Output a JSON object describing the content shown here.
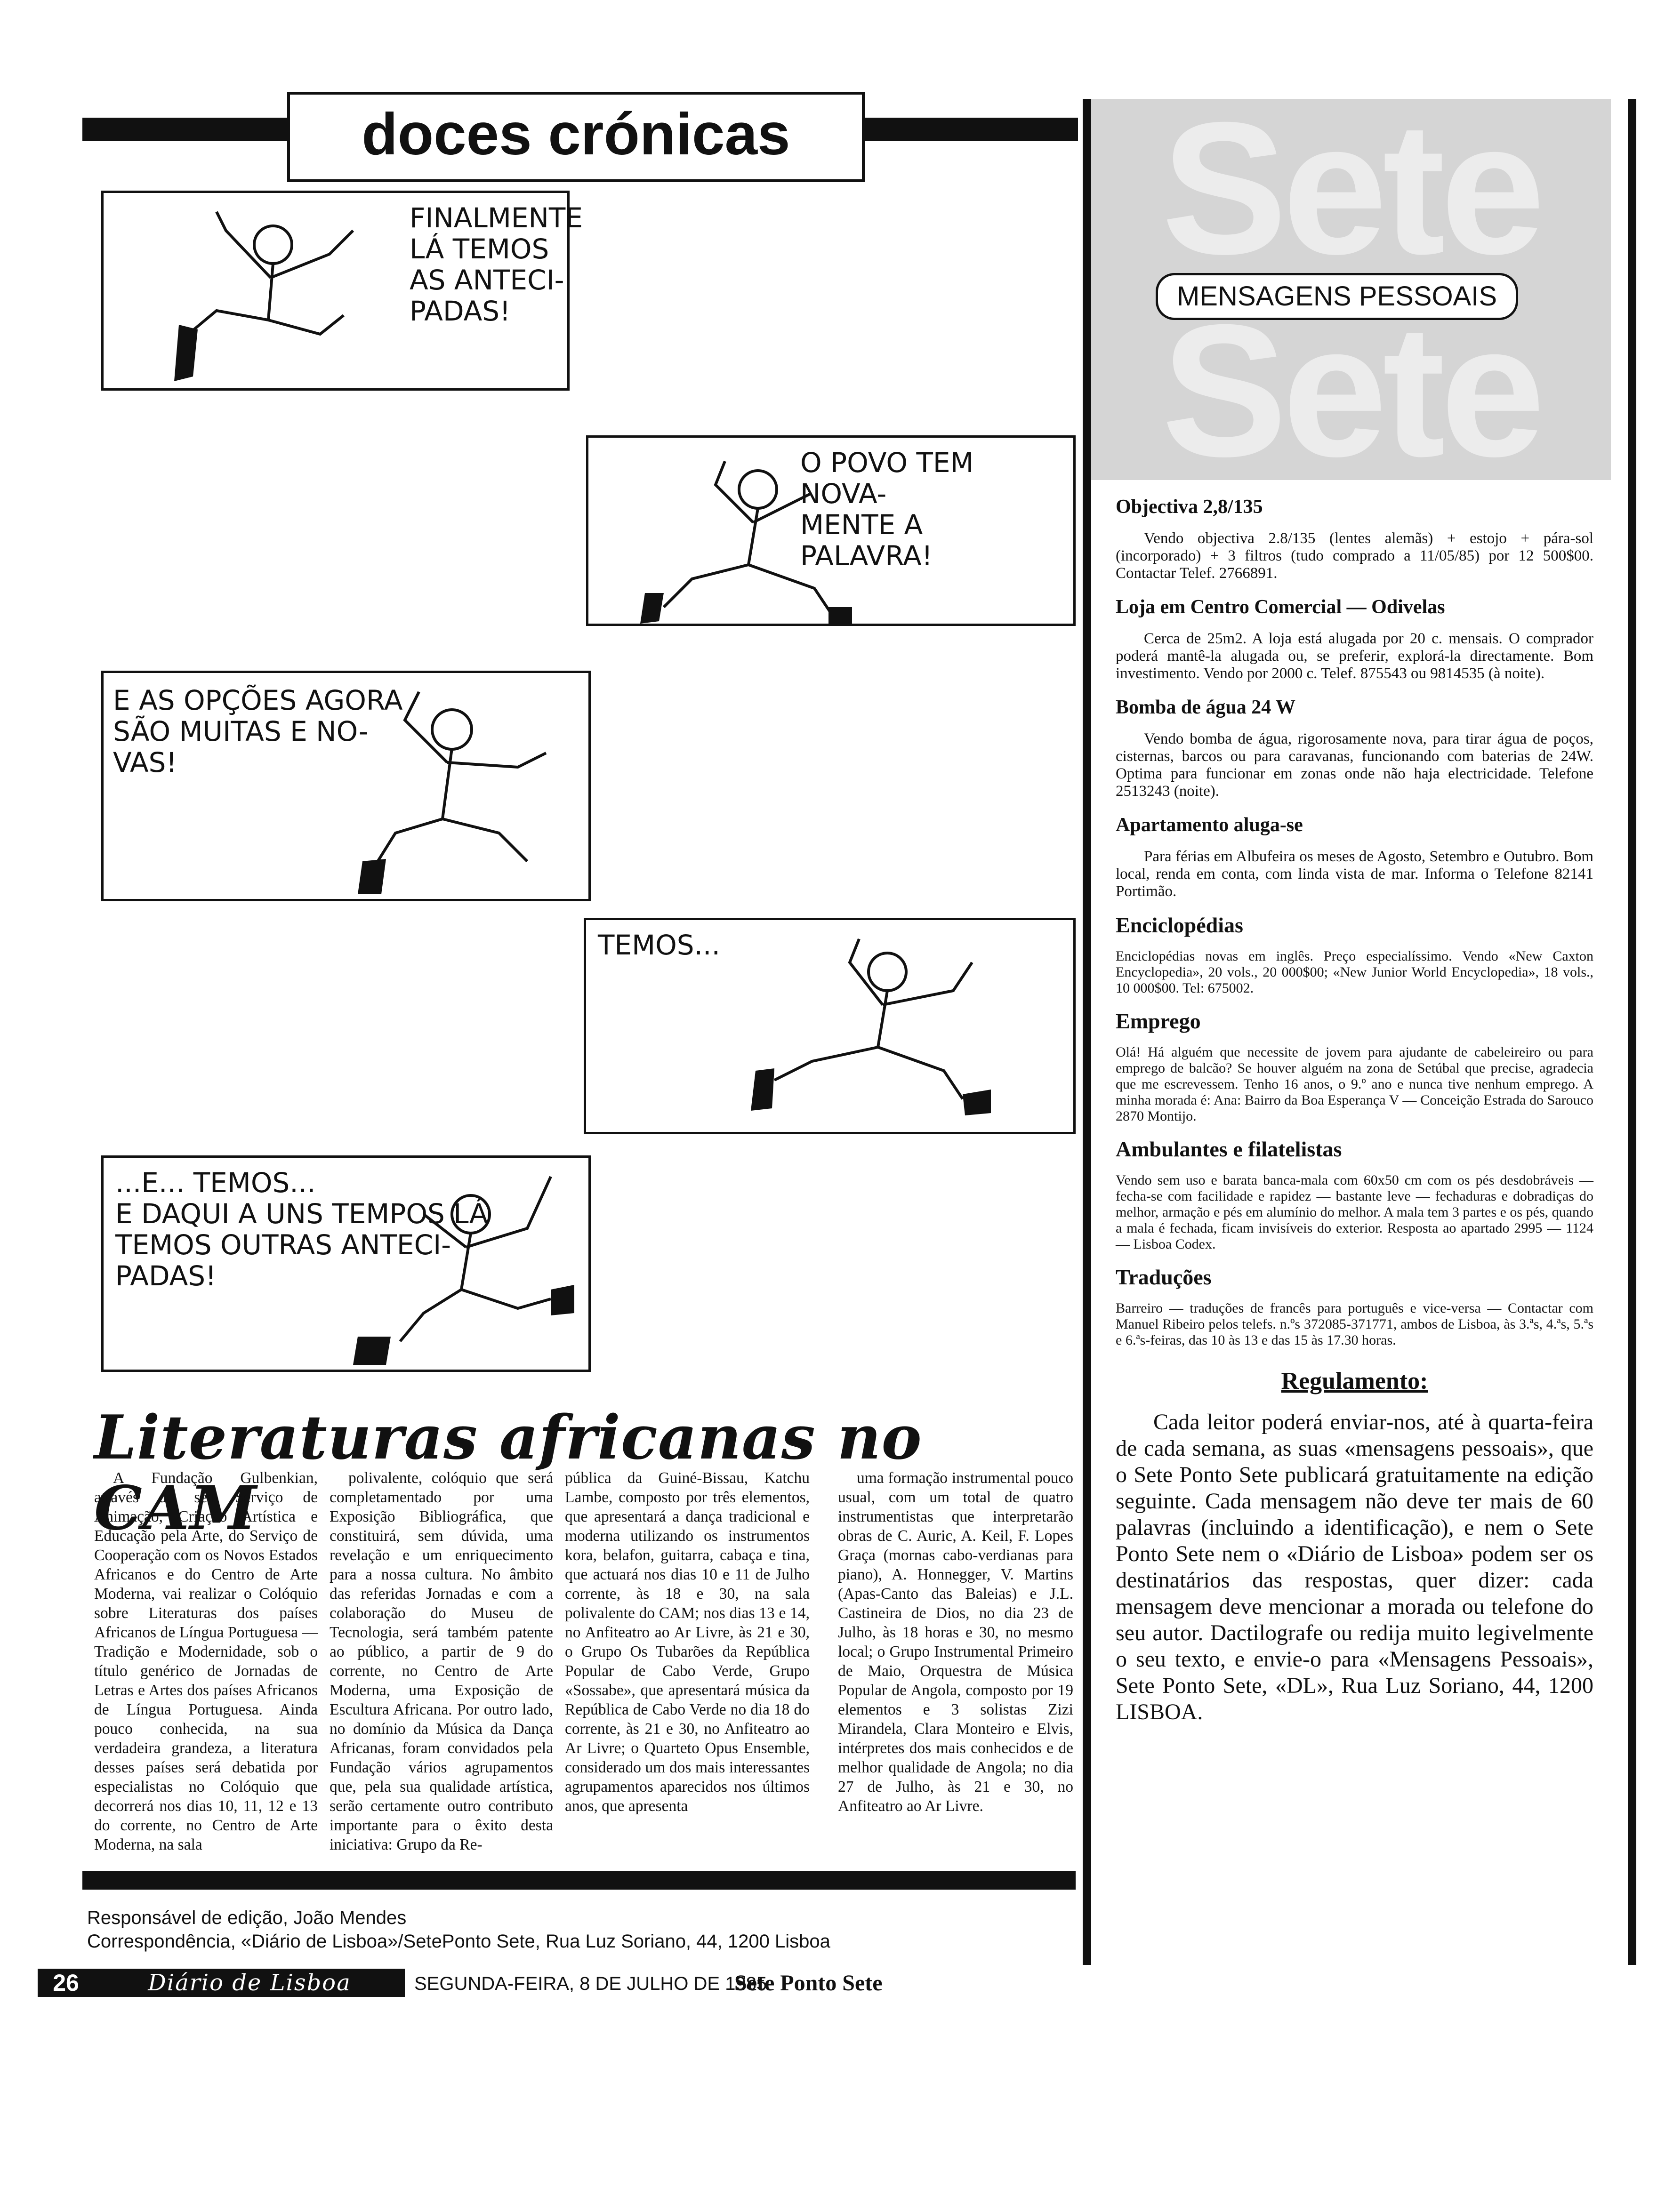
{
  "header": {
    "title": "doces crónicas"
  },
  "comic": {
    "panel1": "FINALMENTE\nLÁ TEMOS\nAS ANTECI-\nPADAS!",
    "panel2": "O POVO TEM NOVA-\nMENTE A\nPALAVRA!",
    "panel3": "E AS OPÇÕES AGORA\nSÃO MUITAS E NO-\nVAS!",
    "panel4": "TEMOS...",
    "panel5": "...E... TEMOS...\nE DAQUI A UNS TEMPOS LÁ\nTEMOS OUTRAS ANTECI-\nPADAS!"
  },
  "article": {
    "headline": "Literaturas africanas no CAM",
    "col1": "A Fundação Gulbenkian, através do seu Serviço de Animação, Criação Artística e Educação pela Arte, do Serviço de Cooperação com os Novos Estados Africanos e do Centro de Arte Moderna, vai realizar o Colóquio sobre Literaturas dos países Africanos de Língua Portuguesa — Tradição e Modernidade, sob o título genérico de Jornadas de Letras e Artes dos países Africanos de Língua Portuguesa. Ainda pouco conhecida, na sua verdadeira grandeza, a literatura desses países será debatida por especialistas no Colóquio que decorrerá nos dias 10, 11, 12 e 13 do corrente, no Centro de Arte Moderna, na sala",
    "col2": "polivalente, colóquio que será completamentado por uma Exposição Bibliográfica, que constituirá, sem dúvida, uma revelação e um enriquecimento para a nossa cultura. No âmbito das referidas Jornadas e com a colaboração do Museu de Tecnologia, será também patente ao público, a partir de 9 do corrente, no Centro de Arte Moderna, uma Exposição de Escultura Africana. Por outro lado, no domínio da Música da Dança Africanas, foram convidados pela Fundação vários agrupamentos que, pela sua qualidade artística, serão certamente outro contributo importante para o êxito desta iniciativa: Grupo da Re-",
    "col3": "pública da Guiné-Bissau, Katchu Lambe, composto por três elementos, que apresentará a dança tradicional e moderna utilizando os instrumentos kora, belafon, guitarra, cabaça e tina, que actuará nos dias 10 e 11 de Julho corrente, às 18 e 30, na sala polivalente do CAM; nos dias 13 e 14, no Anfiteatro ao Ar Livre, às 21 e 30, o Grupo Os Tubarões da República Popular de Cabo Verde, Grupo «Sossabe», que apresentará música da República de Cabo Verde no dia 18 do corrente, às 21 e 30, no Anfiteatro ao Ar Livre; o Quarteto Opus Ensemble, considerado um dos mais interessantes agrupamentos aparecidos nos últimos anos, que apresenta",
    "col4": "uma formação instrumental pouco usual, com um total de quatro instrumentistas que interpretarão obras de C. Auric, A. Keil, F. Lopes Graça (mornas cabo-verdianas para piano), A. Honnegger, V. Martins (Apas-Canto das Baleias) e J.L. Castineira de Dios, no dia 23 de Julho, às 18 horas e 30, no mesmo local; o Grupo Instrumental Primeiro de Maio, Orquestra de Música Popular de Angola, composto por 19 elementos e 3 solistas Zizi Mirandela, Clara Monteiro e Elvis, intérpretes dos mais conhecidos e de melhor qualidade de Angola; no dia 27 de Julho, às 21 e 30, no Anfiteatro ao Ar Livre."
  },
  "sidebar": {
    "logo_top": "Sete",
    "logo_bottom": "Sete",
    "label": "MENSAGENS PESSOAIS",
    "ads": [
      {
        "title": "Objectiva 2,8/135",
        "body": "Vendo objectiva 2.8/135 (lentes alemãs) + estojo + pára-sol (incorporado) + 3 filtros (tudo comprado a 11/05/85) por 12 500$00. Contactar Telef. 2766891."
      },
      {
        "title": "Loja em Centro Comercial — Odivelas",
        "body": "Cerca de 25m2. A loja está alugada por 20 c. mensais. O comprador poderá mantê-la alugada ou, se preferir, explorá-la directamente. Bom investimento. Vendo por 2000 c. Telef. 875543 ou 9814535 (à noite)."
      },
      {
        "title": "Bomba de água 24 W",
        "body": "Vendo bomba de água, rigorosamente nova, para tirar água de poços, cisternas, barcos ou para caravanas, funcionando com baterias de 24W. Optima para funcionar em zonas onde não haja electricidade. Telefone 2513243 (noite)."
      },
      {
        "title": "Apartamento aluga-se",
        "body": "Para férias em Albufeira os meses de Agosto, Setembro e Outubro. Bom local, renda em conta, com linda vista de mar. Informa o Telefone 82141 Portimão."
      },
      {
        "title": "Enciclopédias",
        "body": "Enciclopédias novas em inglês. Preço especialíssimo. Vendo «New Caxton Encyclopedia», 20 vols., 20 000$00; «New Junior World Encyclopedia», 18 vols., 10 000$00. Tel: 675002."
      },
      {
        "title": "Emprego",
        "body": "Olá! Há alguém que necessite de jovem para ajudante de cabeleireiro ou para emprego de balcão? Se houver alguém na zona de Setúbal que precise, agradecia que me escrevessem. Tenho 16 anos, o 9.º ano e nunca tive nenhum emprego. A minha morada é: Ana: Bairro da Boa Esperança V — Conceição Estrada do Sarouco 2870 Montijo."
      },
      {
        "title": "Ambulantes e filatelistas",
        "body": "Vendo sem uso e barata banca-mala com 60x50 cm com os pés desdobráveis — fecha-se com facilidade e rapidez — bastante leve — fechaduras e dobradiças do melhor, armação e pés em alumínio do melhor. A mala tem 3 partes e os pés, quando a mala é fechada, ficam invisíveis do exterior. Resposta ao apartado 2995 — 1124 — Lisboa Codex."
      },
      {
        "title": "Traduções",
        "body": "Barreiro — traduções de francês para português e vice-versa — Contactar com Manuel Ribeiro pelos telefs. n.ºs 372085-371771, ambos de Lisboa, às 3.ªs, 4.ªs, 5.ªs e 6.ªs-feiras, das 10 às 13 e das 15 às 17.30 horas."
      }
    ],
    "regulamento_title": "Regulamento:",
    "regulamento_body": "Cada leitor poderá enviar-nos, até à quarta-feira de cada semana, as suas «mensagens pessoais», que o Sete Ponto Sete publicará gratuitamente na edição seguinte. Cada mensagem não deve ter mais de 60 palavras (incluindo a identificação), e nem o Sete Ponto Sete nem o «Diário de Lisboa» podem ser os destinatários das respostas, quer dizer: cada mensagem deve mencionar a morada ou telefone do seu autor. Dactilografe ou redija muito legivelmente o seu texto, e envie-o para «Mensagens Pessoais», Sete Ponto Sete, «DL», Rua Luz Soriano, 44, 1200 LISBOA."
  },
  "credits": {
    "line1": "Responsável de edição, João Mendes",
    "line2": "Correspondência, «Diário de Lisboa»/SetePonto Sete, Rua Luz Soriano, 44, 1200 Lisboa"
  },
  "footer": {
    "page": "26",
    "paper": "Diário de Lisboa",
    "date": "SEGUNDA-FEIRA, 8 DE JULHO DE 1985",
    "section": "Sete Ponto Sete"
  }
}
